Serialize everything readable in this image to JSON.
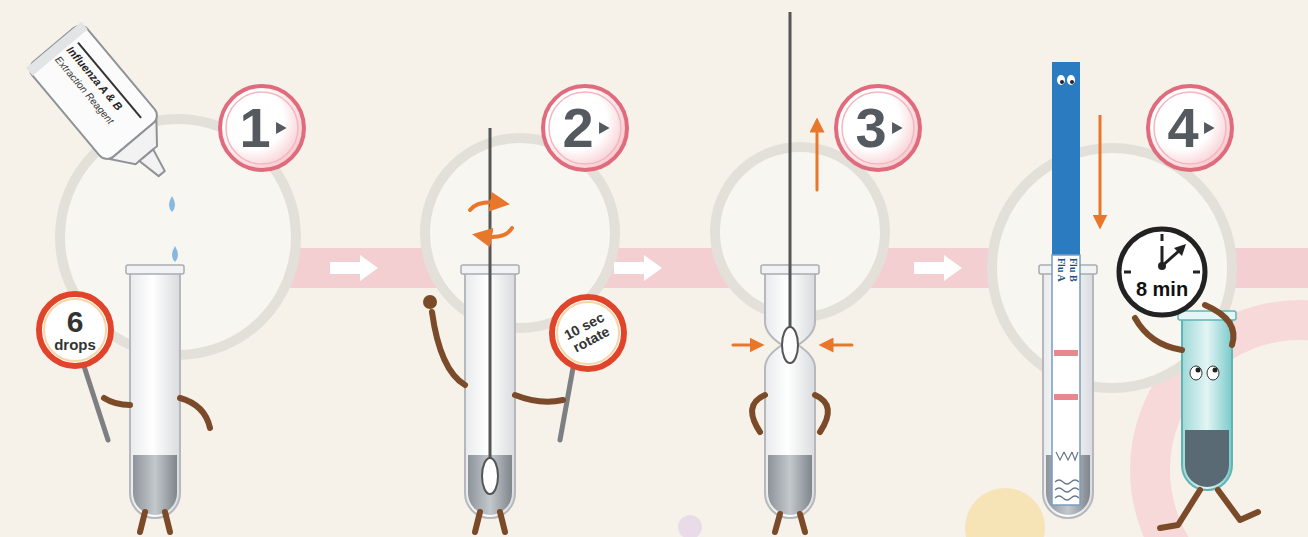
{
  "diagram": {
    "nodes": [
      {
        "text": [
          "1"
        ]
      },
      {
        "text": [
          "6",
          "drops"
        ]
      },
      {
        "text": [
          "2"
        ]
      },
      {
        "text": [
          "10 sec rotate"
        ]
      },
      {
        "text": [
          "3"
        ]
      },
      {
        "text": [
          "4"
        ]
      },
      {
        "text": [
          "8 min"
        ]
      }
    ],
    "labels": [
      "Influenza A & B",
      "Extraction Reagent",
      "Flu A",
      "Flu B"
    ]
  }
}
